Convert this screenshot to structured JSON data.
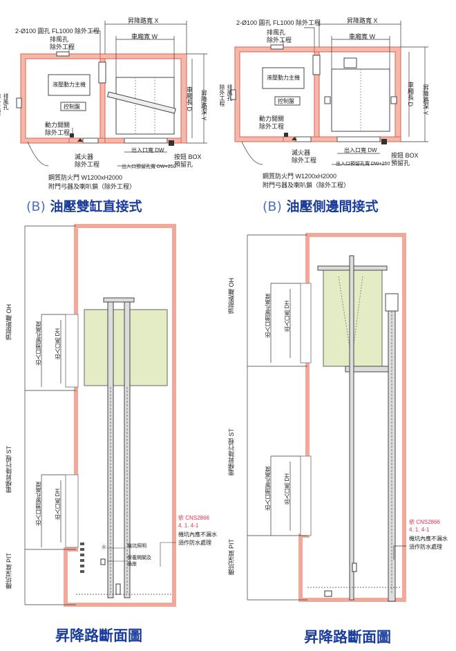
{
  "plan_left": {
    "title_prefix": "(B)",
    "title": "油壓雙缸直接式",
    "labels": {
      "pipe": "2-Ø100 圓孔 FL1000 除外工程",
      "shaft_width": "昇降路寬 X",
      "car_width": "車廂寬 W",
      "vent": "排風孔\n除外工程",
      "vent_side": "排風孔\n除外工程",
      "unit": "液壓動力主機",
      "panel": "控制盤",
      "power_switch": "動力開關\n除外工程",
      "car_depth": "車廂長 D",
      "shaft_depth": "昇降路深 Y",
      "extinguisher": "滅火器\n除外工程",
      "door_width": "出入口寬 DW",
      "door_reserve": "出入口預留孔寬 DW+250",
      "fire_door": "鋼質防火門 W1200xH2000",
      "lock": "附門弓器及喇叭鎖（除外工程）",
      "button_box": "按鈕 BOX\n預留孔"
    }
  },
  "plan_right": {
    "title_prefix": "(B)",
    "title": "油壓側邊間接式",
    "labels": {
      "pipe": "2-Ø100 圓孔 FL1000 除外工程",
      "shaft_width": "昇降路寬 X",
      "car_width": "車廂寬 W",
      "vent": "排風孔\n除外工程",
      "vent_side": "排風孔\n除外工程",
      "unit": "液壓動力主機",
      "panel": "控制盤",
      "power_switch": "動力開關\n除外工程",
      "car_depth": "車廂長 D",
      "shaft_depth": "昇降路深 Y",
      "extinguisher": "滅火器\n除外工程",
      "door_width": "出入口寬 DW",
      "door_reserve": "出入口預留孔寬 DW+250",
      "fire_door": "鋼質防火門 W1200xH2000",
      "lock": "附門弓器及喇叭鎖（除外工程）",
      "button_box": "按鈕 BOX\n預留孔"
    }
  },
  "section_left": {
    "title": "昇降路斷面圖",
    "labels": {
      "oh": "頂部距離 OH",
      "dh_reserve": "出入口預留孔高度",
      "dh": "出入口高 DH",
      "st": "電梯昇降行程 ST",
      "dh_reserve2": "出入口預留孔高度",
      "dh2": "出入口高 DH",
      "pit": "機坑深度 PIT",
      "light": "機坑照明",
      "switch": "保養開關及插座",
      "note1": "依 CNS2866",
      "note2": "4. 1. 4-1",
      "note3": "機坑內應不漏水",
      "note4": "須作防水處理"
    }
  },
  "section_right": {
    "title": "昇降路斷面圖",
    "labels": {
      "oh": "頂部距離 OH",
      "dh_reserve": "出入口預留孔高度",
      "dh": "出入口高 DH",
      "st": "電梯昇降行程 ST",
      "dh_reserve2": "出入口預留孔高度",
      "dh2": "出入口高 DH",
      "pit": "機坑深度 PIT",
      "note1": "依 CNS2866",
      "note2": "4. 1. 4-1",
      "note3": "機坑內應不漏水",
      "note4": "須作防水處理"
    }
  },
  "colors": {
    "wall": "#f6b8aa",
    "wall_line": "#d9604e",
    "car_fill": "#e3ecc4",
    "heading": "#1a3d9c",
    "note_red": "#e0304a"
  }
}
